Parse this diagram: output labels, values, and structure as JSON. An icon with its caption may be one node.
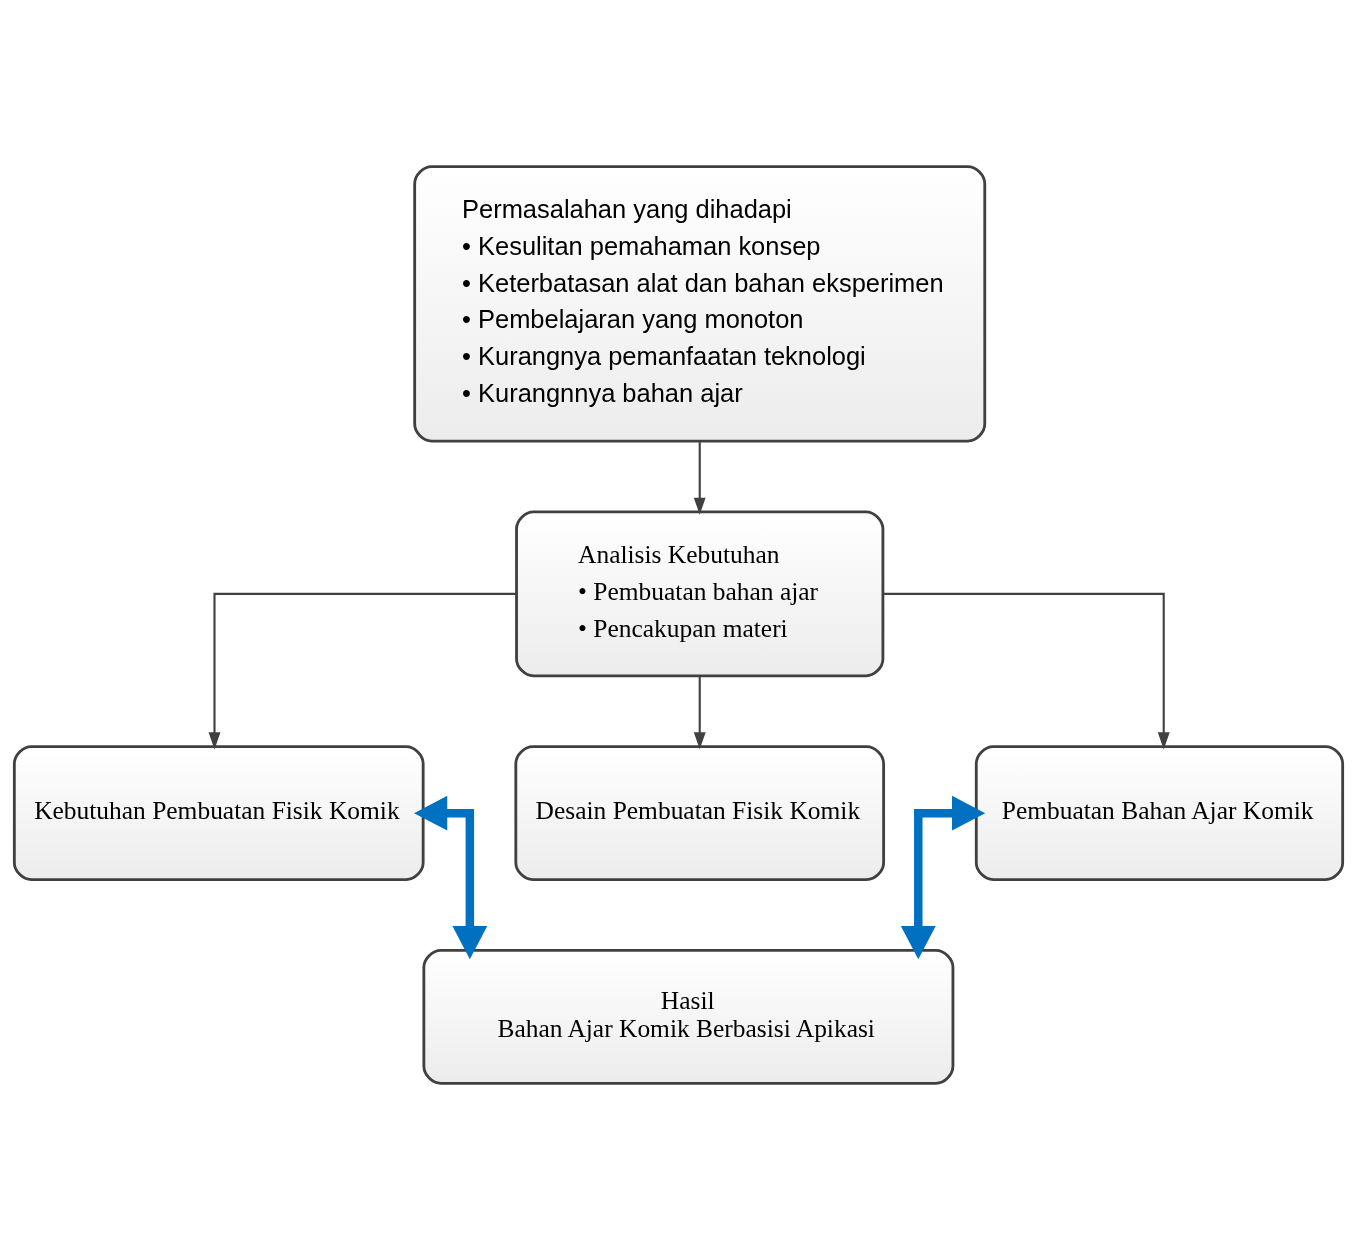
{
  "diagram": {
    "nodes": [
      {
        "text": [
          "Permasalahan yang dihadapi",
          "• Kesulitan pemahaman konsep",
          "• Keterbatasan alat dan bahan eksperimen",
          "• Pembelajaran yang monoton",
          "• Kurangnya pemanfaatan teknologi",
          "• Kurangnnya bahan ajar"
        ]
      },
      {
        "text": [
          "Analisis Kebutuhan",
          "• Pembuatan bahan ajar",
          "• Pencakupan materi"
        ]
      },
      {
        "text": [
          "Kebutuhan Pembuatan Fisik Komik"
        ]
      },
      {
        "text": [
          "Desain Pembuatan Fisik Komik"
        ]
      },
      {
        "text": [
          "Pembuatan Bahan Ajar Komik"
        ]
      },
      {
        "text": [
          "Hasil",
          "Bahan Ajar Komik Berbasisi Apikasi"
        ]
      }
    ],
    "edges": [
      {
        "from": 0,
        "to": 1,
        "arrow": "to"
      },
      {
        "from": 1,
        "to": 2,
        "arrow": "to"
      },
      {
        "from": 1,
        "to": 3,
        "arrow": "to"
      },
      {
        "from": 1,
        "to": 4,
        "arrow": "to"
      },
      {
        "from": 2,
        "to": 5,
        "arrow": "both",
        "style": "thick",
        "color": "#0070c0"
      },
      {
        "from": 4,
        "to": 5,
        "arrow": "both",
        "style": "thick",
        "color": "#0070c0"
      }
    ]
  }
}
